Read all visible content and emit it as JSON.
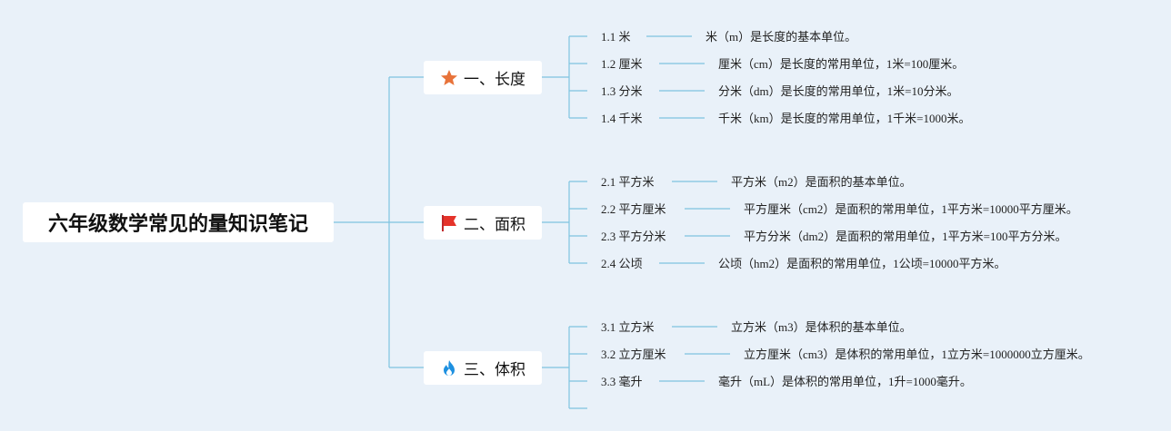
{
  "colors": {
    "background": "#e9f1f9",
    "connector": "#7ec4e0",
    "star": "#e8733a",
    "flag": "#e5332a",
    "fire": "#1e90e0"
  },
  "root": {
    "title": "六年级数学常见的量知识笔记"
  },
  "branches": [
    {
      "label": "一、长度",
      "icon": "star-icon",
      "items": [
        {
          "label": "1.1 米",
          "note": "米（m）是长度的基本单位。"
        },
        {
          "label": "1.2 厘米",
          "note": "厘米（cm）是长度的常用单位，1米=100厘米。"
        },
        {
          "label": "1.3 分米",
          "note": "分米（dm）是长度的常用单位，1米=10分米。"
        },
        {
          "label": "1.4 千米",
          "note": "千米（km）是长度的常用单位，1千米=1000米。"
        }
      ]
    },
    {
      "label": "二、面积",
      "icon": "flag-icon",
      "items": [
        {
          "label": "2.1 平方米",
          "note": "平方米（m2）是面积的基本单位。"
        },
        {
          "label": "2.2 平方厘米",
          "note": "平方厘米（cm2）是面积的常用单位，1平方米=10000平方厘米。"
        },
        {
          "label": "2.3 平方分米",
          "note": "平方分米（dm2）是面积的常用单位，1平方米=100平方分米。"
        },
        {
          "label": "2.4 公顷",
          "note": "公顷（hm2）是面积的常用单位，1公顷=10000平方米。"
        }
      ]
    },
    {
      "label": "三、体积",
      "icon": "fire-icon",
      "items": [
        {
          "label": "3.1 立方米",
          "note": "立方米（m3）是体积的基本单位。"
        },
        {
          "label": "3.2 立方厘米",
          "note": "立方厘米（cm3）是体积的常用单位，1立方米=1000000立方厘米。"
        },
        {
          "label": "3.3 毫升",
          "note": "毫升（mL）是体积的常用单位，1升=1000毫升。"
        }
      ]
    }
  ]
}
